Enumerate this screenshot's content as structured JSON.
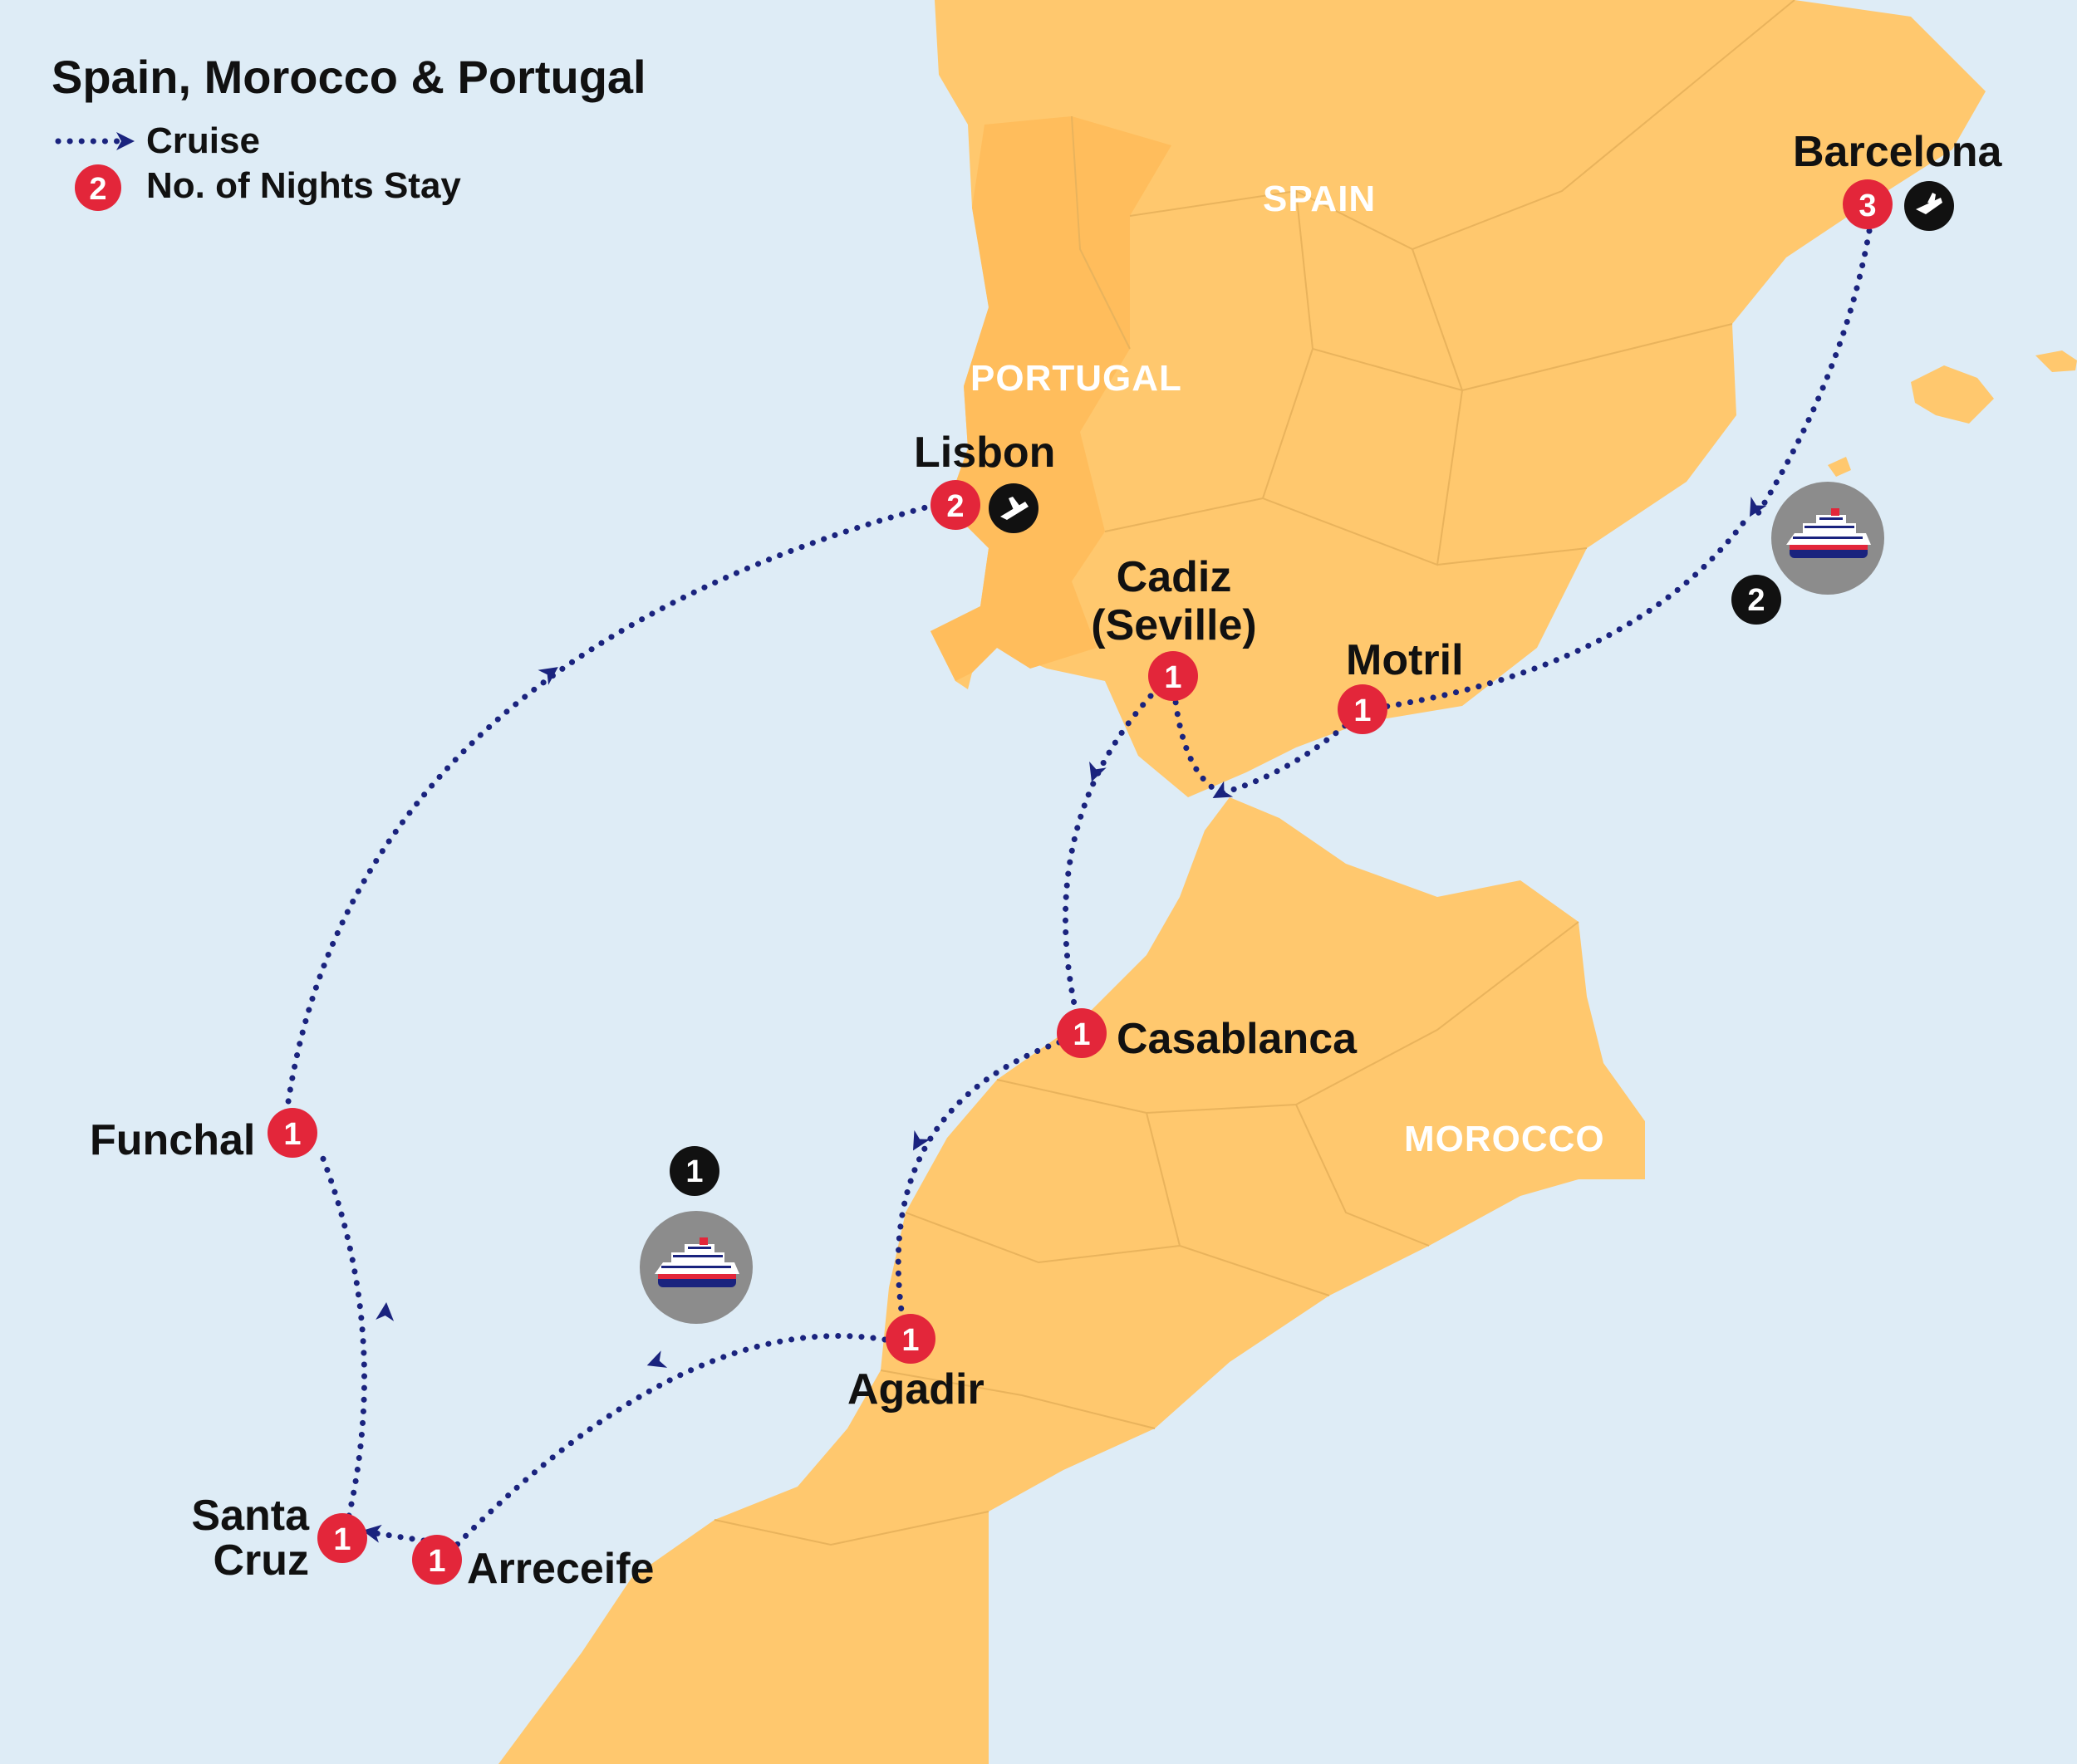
{
  "title": "Spain, Morocco & Portugal",
  "legend": {
    "cruise_label": "Cruise",
    "nights_label": "No. of Nights Stay",
    "nights_sample": "2"
  },
  "countries": {
    "spain": "SPAIN",
    "portugal": "PORTUGAL",
    "morocco": "MOROCCO"
  },
  "stops": {
    "barcelona": {
      "name": "Barcelona",
      "nights": "3"
    },
    "lisbon": {
      "name": "Lisbon",
      "nights": "2"
    },
    "cadiz": {
      "name_line1": "Cadiz",
      "name_line2": "(Seville)",
      "nights": "1"
    },
    "motril": {
      "name": "Motril",
      "nights": "1"
    },
    "casablanca": {
      "name": "Casablanca",
      "nights": "1"
    },
    "agadir": {
      "name": "Agadir",
      "nights": "1"
    },
    "funchal": {
      "name": "Funchal",
      "nights": "1"
    },
    "santa_cruz": {
      "name_line1": "Santa",
      "name_line2": "Cruz",
      "nights": "1"
    },
    "arrecife": {
      "name": "Arreceife",
      "nights": "1"
    }
  },
  "cruise_days": {
    "east_sea": "2",
    "atlantic": "1"
  },
  "colors": {
    "sea": "#deecf6",
    "land": "#ffc86e",
    "portugal_land": "#ffbd5c",
    "route": "#1a237e",
    "night_badge": "#e3263a",
    "cruise_day_badge": "#111111",
    "ship_circle": "#8c8c8c"
  },
  "icons": {
    "flight_departure": "airplane-departure-icon",
    "flight_arrival": "airplane-arrival-icon",
    "ship": "cruise-ship-icon"
  }
}
